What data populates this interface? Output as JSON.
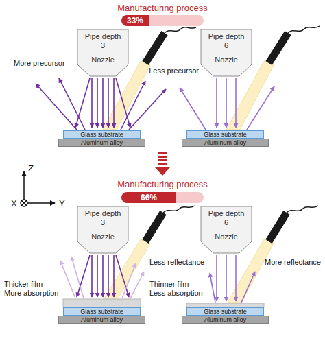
{
  "diagram": {
    "nodes": [
      {
        "text": [
          "33%"
        ]
      },
      {
        "text": [
          "Pipe depth",
          "3",
          "Nozzle"
        ]
      },
      {
        "text": [
          "Pipe depth",
          "6",
          "Nozzle"
        ]
      },
      {
        "text": [
          "Glass substrate"
        ]
      },
      {
        "text": [
          "Aluminum alloy"
        ]
      },
      {
        "text": [
          "Glass substrate"
        ]
      },
      {
        "text": [
          "Aluminum alloy"
        ]
      },
      {
        "text": [
          "66%"
        ]
      },
      {
        "text": [
          "Pipe depth",
          "3",
          "Nozzle"
        ]
      },
      {
        "text": [
          "Pipe depth",
          "6",
          "Nozzle"
        ]
      },
      {
        "text": [
          "Glass substrate"
        ]
      },
      {
        "text": [
          "Aluminum alloy"
        ]
      },
      {
        "text": [
          "Glass substrate"
        ]
      },
      {
        "text": [
          "Aluminum alloy"
        ]
      }
    ],
    "labels": [
      "Manufacturing process",
      "More precursor",
      "Less precursor",
      "Z",
      "X",
      "Y",
      "Manufacturing process",
      "Less reflectance",
      "More reflectance",
      "Thicker film",
      "More absorption",
      "Thinner film",
      "Less absorption"
    ]
  }
}
